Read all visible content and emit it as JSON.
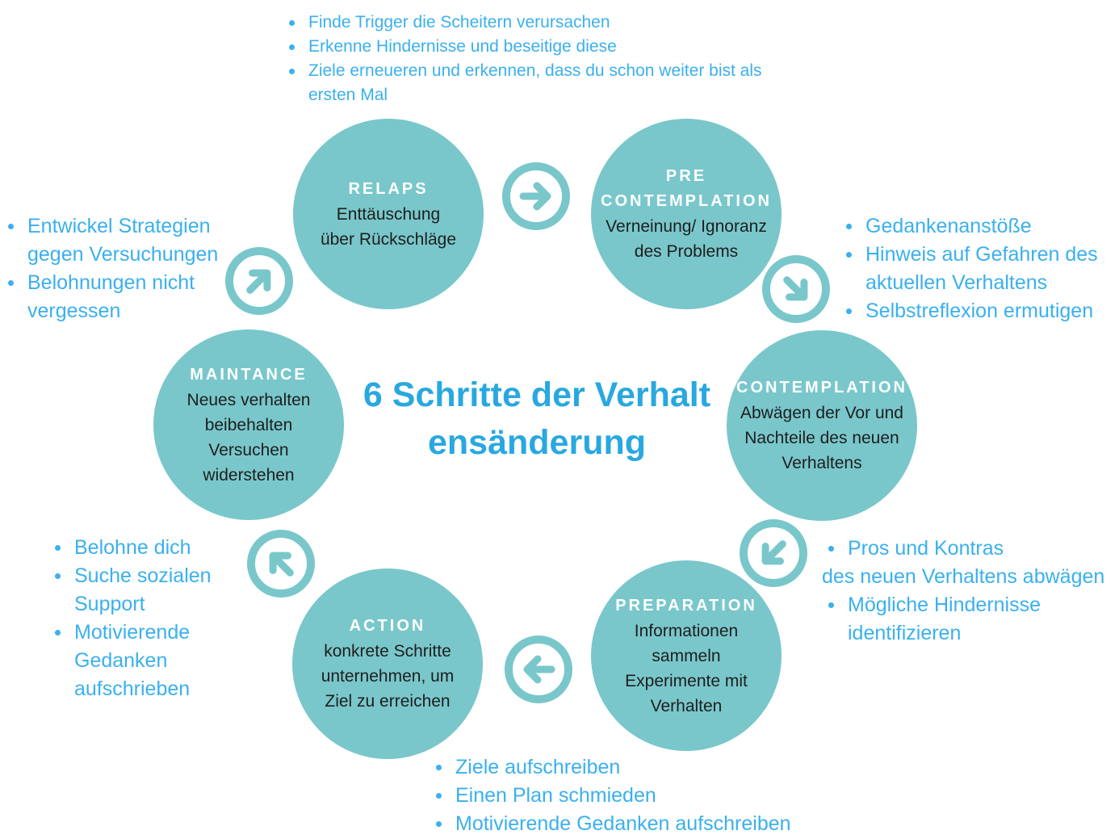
{
  "title": "6 Schritte der Verhaltensänderung",
  "colors": {
    "circle": "#79c7cb",
    "title": "#29a8e0",
    "notes": "#3ab0ee",
    "text": "#1e1e1e"
  },
  "stages": [
    {
      "label": "RELAPS",
      "desc": "Enttäuschung\nüber Rückschläge"
    },
    {
      "label": "PRE\nCONTEMPLATION",
      "desc": "Verneinung/ Ignoranz\ndes Problems"
    },
    {
      "label": "CONTEMPLATION",
      "desc": "Abwägen der Vor und\nNachteile des neuen\nVerhaltens"
    },
    {
      "label": "PREPARATION",
      "desc": "Informationen\nsammeln\nExperimente mit\nVerhalten"
    },
    {
      "label": "ACTION",
      "desc": "konkrete Schritte\nunternehmen, um\nZiel zu erreichen"
    },
    {
      "label": "MAINTANCE",
      "desc": "Neues verhalten\nbeibehalten\nVersuchen\nwiderstehen"
    }
  ],
  "arrows": [
    "arrow-right-icon",
    "arrow-down-right-icon",
    "arrow-down-left-icon",
    "arrow-left-icon",
    "arrow-up-left-icon",
    "arrow-up-right-icon"
  ],
  "notes": {
    "top": [
      "Finde Trigger die Scheitern verursachen",
      "Erkenne Hindernisse und beseitige diese",
      " Ziele erneueren und erkennen, dass du schon weiter bist als ersten Mal"
    ],
    "left": [
      "Entwickel Strategien gegen Versuchungen",
      "Belohnungen nicht vergessen"
    ],
    "right_upper": [
      "Gedankenanstöße",
      "Hinweis auf Gefahren des aktuellen Verhaltens",
      "Selbstreflexion ermutigen"
    ],
    "right_lower": [
      "Pros und Kontras",
      "des neuen Verhaltens abwägen",
      "Mögliche Hindernisse identifizieren"
    ],
    "left_lower": [
      "Belohne dich",
      "Suche sozialen Support",
      "Motivierende Gedanken aufschrieben"
    ],
    "bottom": [
      "Ziele aufschreiben",
      "Einen Plan schmieden",
      "Motivierende Gedanken aufschreiben"
    ]
  }
}
